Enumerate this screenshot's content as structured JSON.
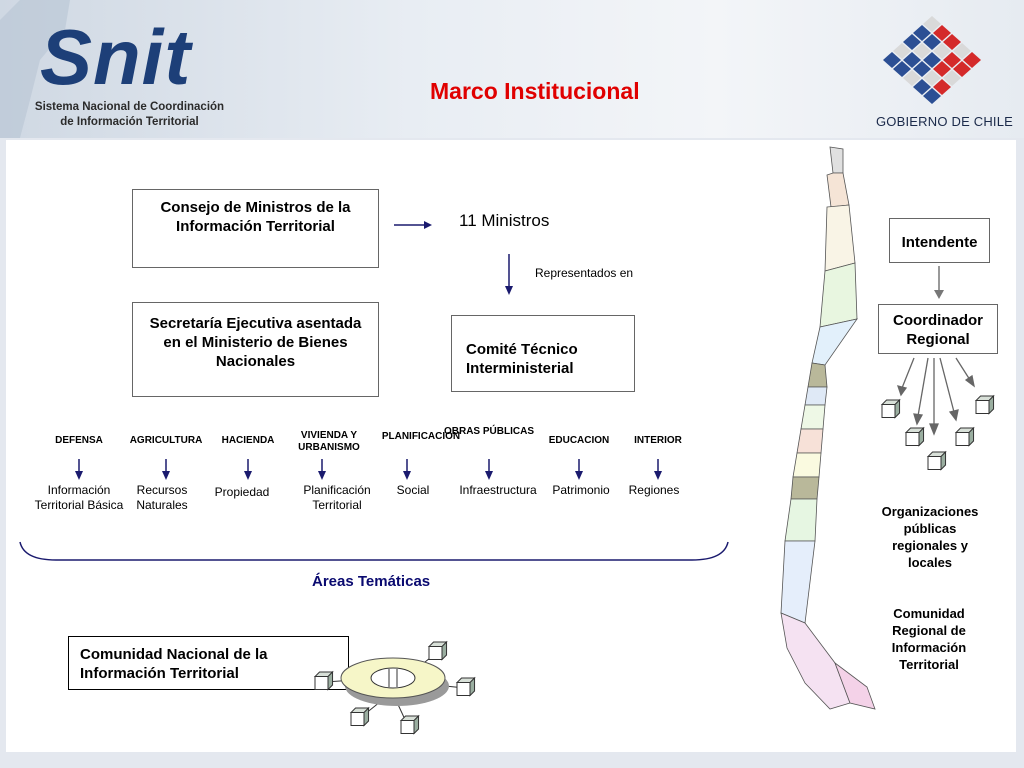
{
  "header": {
    "logo_word": "Snit",
    "logo_subtitle_line1": "Sistema Nacional de Coordinación",
    "logo_subtitle_line2": "de Información Territorial",
    "title": "Marco Institucional",
    "gov_label": "GOBIERNO DE CHILE"
  },
  "diagram": {
    "consejo": "Consejo de Ministros de la Información Territorial",
    "ministros": "11 Ministros",
    "representados": "Representados en",
    "secretaria": "Secretaría Ejecutiva asentada en el Ministerio de Bienes Nacionales",
    "comite": "Comité Técnico Interministerial",
    "areas": [
      {
        "ministry": "DEFENSA",
        "topic": "Información Territorial Básica"
      },
      {
        "ministry": "AGRICULTURA",
        "topic": "Recursos Naturales"
      },
      {
        "ministry": "HACIENDA",
        "topic": "Propiedad"
      },
      {
        "ministry": "VIVIENDA Y URBANISMO",
        "topic": "Planificación Territorial"
      },
      {
        "ministry": "PLANIFICACION",
        "topic": "Social"
      },
      {
        "ministry": "OBRAS PÚBLICAS",
        "topic": "Infraestructura"
      },
      {
        "ministry": "EDUCACION",
        "topic": "Patrimonio"
      },
      {
        "ministry": "INTERIOR",
        "topic": "Regiones"
      }
    ],
    "areas_label": "Áreas Temáticas",
    "comunidad_nacional": "Comunidad Nacional de la Información Territorial",
    "intendente": "Intendente",
    "coordinador": "Coordinador Regional",
    "organizaciones": "Organizaciones públicas regionales y locales",
    "comunidad_regional": "Comunidad Regional de Información Territorial"
  },
  "colors": {
    "title": "#e00000",
    "logo": "#1d3f78",
    "arrow_dark": "#1a1a6e",
    "areas_label": "#0a0a70",
    "flag_red": "#d42a2a",
    "flag_blue": "#2c4f94"
  }
}
